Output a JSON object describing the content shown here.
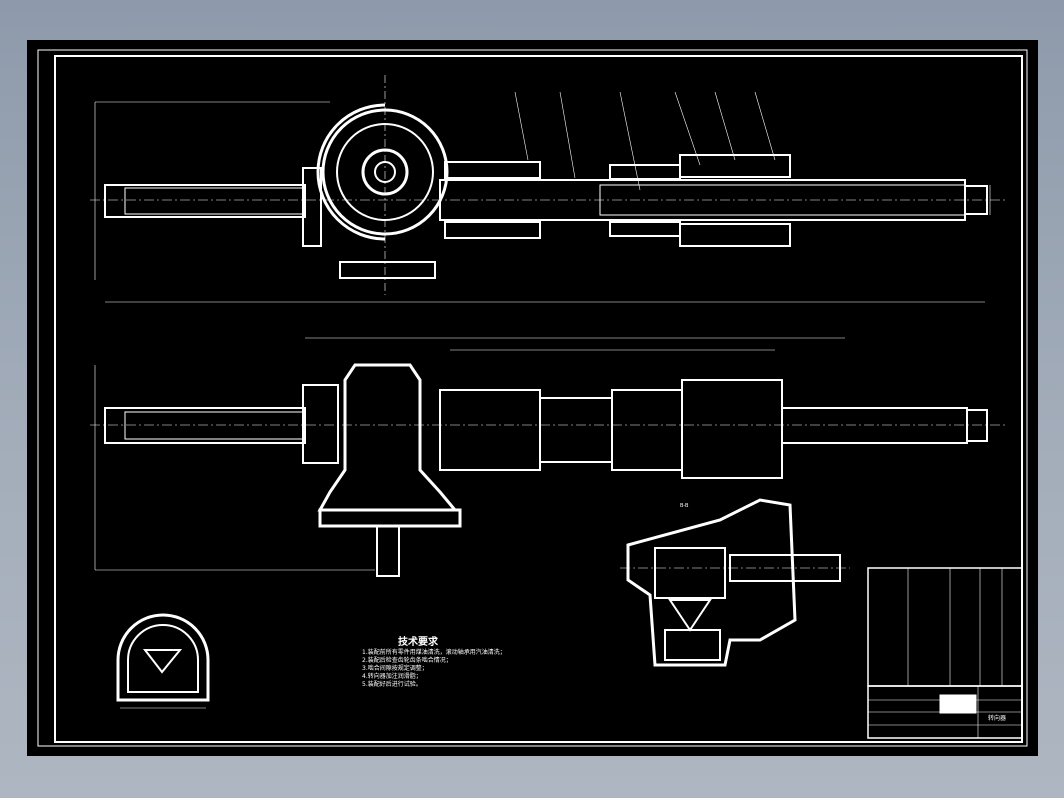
{
  "drawing": {
    "colors": {
      "paper": "#000000",
      "line": "#ffffff",
      "background": "#9aa6b5"
    },
    "section_labels": {
      "top_section": "B-B"
    },
    "technical_notes": {
      "title": "技术要求",
      "lines": [
        "1.装配前所有零件用煤油清洗，滚动轴承用汽油清洗；",
        "2.装配后检查齿轮齿条啮合情况；",
        "3.啮合间隙按规定调整；",
        "4.转向器加注润滑脂；",
        "5.装配好后进行试验。"
      ]
    },
    "title_block": {
      "drawing_name": "转向器"
    }
  }
}
